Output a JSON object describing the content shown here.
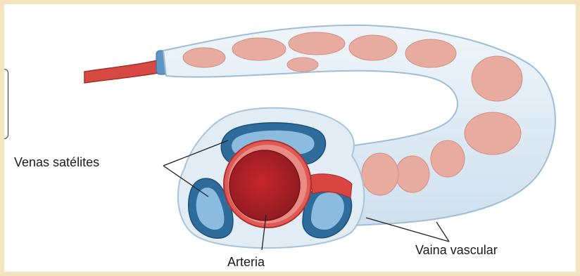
{
  "figure": {
    "labels": {
      "venas": "Venas satélites",
      "arteria": "Arteria",
      "vaina": "Vaina vascular"
    },
    "colors": {
      "background": "#f3e3be",
      "sheath_fill": "#dbe9f3",
      "sheath_edge": "#b8cfe0",
      "artery_red": "#d43a3a",
      "artery_dark": "#9e1f26",
      "vein_blue": "#2f6d9d",
      "vein_light": "#7fb0d6",
      "lobule_pink": "#e6a99d"
    }
  }
}
